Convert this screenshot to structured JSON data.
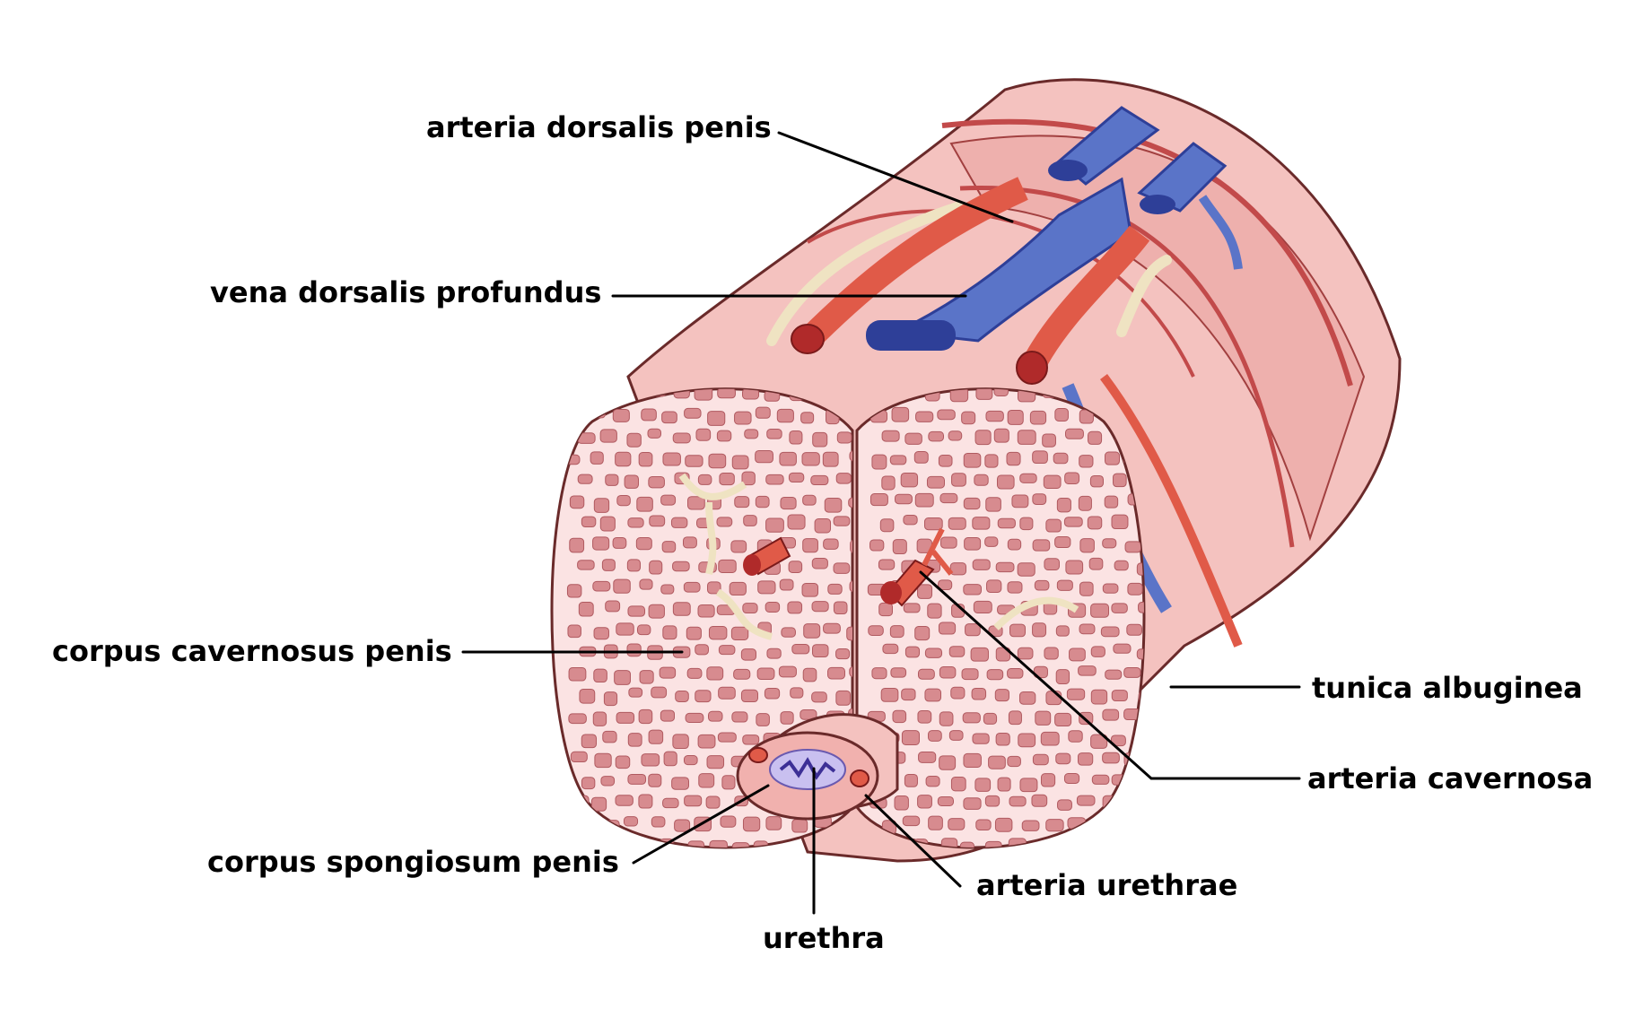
{
  "labels": {
    "arteria_dorsalis_penis": "arteria dorsalis penis",
    "vena_dorsalis_profundus": "vena dorsalis profundus",
    "corpus_cavernosus_penis": "corpus cavernosus penis",
    "tunica_albuginea": "tunica albuginea",
    "arteria_cavernosa": "arteria cavernosa",
    "corpus_spongiosum_penis": "corpus spongiosum penis",
    "arteria_urethrae": "arteria urethrae",
    "urethra": "urethra"
  },
  "colors": {
    "skin": "#f4c2bf",
    "skin_dark": "#e8a3a0",
    "tissue_face": "#fbe3e3",
    "trabecula": "#d78b8f",
    "artery": "#e05a48",
    "artery_dark": "#b02a2a",
    "vein": "#5a74c8",
    "vein_dark": "#2e3f98",
    "nerve": "#efe3c2",
    "urethra_lumen": "#9a8fd6"
  }
}
